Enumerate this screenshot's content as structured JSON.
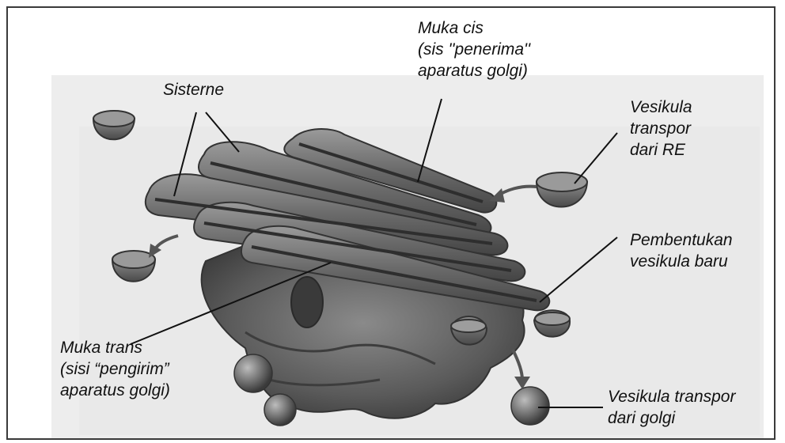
{
  "labels": {
    "sisterne": "Sisterne",
    "muka_cis": [
      "Muka cis",
      "(sis ''penerima''",
      "aparatus golgi)"
    ],
    "vesikula_re": [
      "Vesikula",
      "transpor",
      "dari RE"
    ],
    "pembentukan": [
      "Pembentukan",
      "vesikula baru"
    ],
    "muka_trans": [
      "Muka trans",
      "(sisi “pengirim”",
      "aparatus golgi)"
    ],
    "vesikula_golgi": [
      "Vesikula transpor",
      "dari golgi"
    ]
  },
  "colors": {
    "membrane_dark": "#3f3f3f",
    "membrane_mid": "#6e6e6e",
    "membrane_light": "#a9a9a9",
    "background_paper": "#e9e9e9",
    "text": "#111111"
  }
}
